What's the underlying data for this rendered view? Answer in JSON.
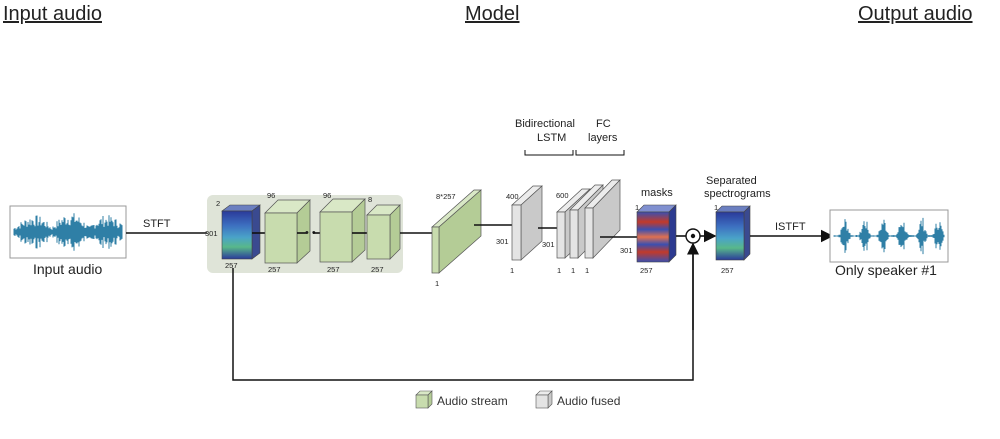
{
  "headers": {
    "input": "Input audio",
    "model": "Model",
    "output": "Output audio"
  },
  "input": {
    "caption": "Input audio",
    "transform": "STFT"
  },
  "output": {
    "caption": "Only speaker #1",
    "transform": "ISTFT"
  },
  "spectrogram_in": {
    "top": "2",
    "left": "301",
    "bottom": "257"
  },
  "conv_blocks": [
    {
      "top": "96",
      "bottom": "257"
    },
    {
      "top": "96",
      "bottom": "257"
    },
    {
      "top": "8",
      "bottom": "257"
    }
  ],
  "ellipsis": "• •",
  "reshape": {
    "top": "8*257",
    "bottom": "1"
  },
  "lstm": {
    "title_line1": "Bidirectional",
    "title_line2": "LSTM",
    "top": "400",
    "left": "301",
    "bottom": "1"
  },
  "fc": {
    "title_line1": "FC",
    "title_line2": "layers",
    "top": "600",
    "left": "301",
    "bottoms": [
      "1",
      "1",
      "1"
    ]
  },
  "masks": {
    "title": "masks",
    "top": "1",
    "left": "301",
    "bottom": "257"
  },
  "separated": {
    "title_line1": "Separated",
    "title_line2": "spectrograms",
    "top": "1",
    "bottom": "257"
  },
  "legend": [
    {
      "label": "Audio stream",
      "color": "#c8dcae"
    },
    {
      "label": "Audio fused",
      "color": "#e6e6e6"
    }
  ],
  "colors": {
    "stream_fill": "#c8dcae",
    "stream_panel": "#dfe4d8",
    "fused_fill": "#e4e4e4",
    "line": "#111111"
  }
}
